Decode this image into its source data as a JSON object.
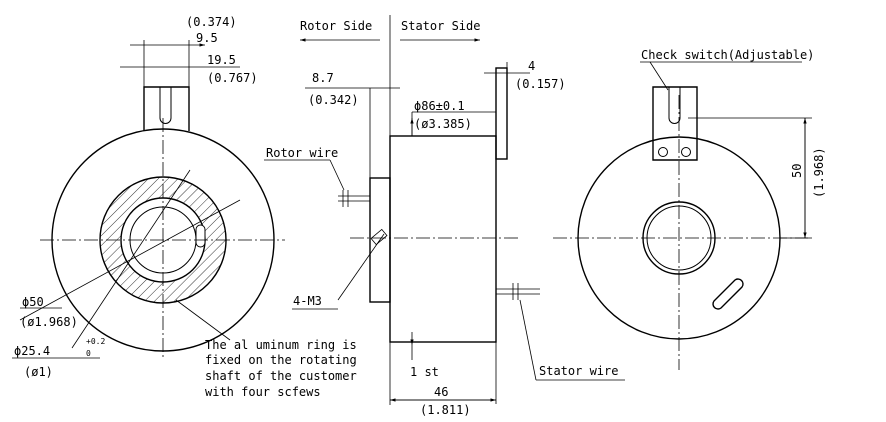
{
  "labels": {
    "rotor_side": "Rotor Side",
    "stator_side": "Stator Side",
    "check_switch": "Check switch(Adjustable)",
    "rotor_wire": "Rotor wire",
    "stator_wire": "Stator wire",
    "screw_holes": "4-M3",
    "start_marker": "1 st"
  },
  "dimensions": {
    "ear_width_in": "(0.374)",
    "ear_width_mm": "9.5",
    "ear_span_mm": "19.5",
    "ear_span_in": "(0.767)",
    "rotor_flange_mm": "8.7",
    "rotor_flange_in": "(0.342)",
    "body_dia_mm": "ϕ86±0.1",
    "body_dia_in": "(ø3.385)",
    "stator_tab_mm": "4",
    "stator_tab_in": "(0.157)",
    "outer_dia_mm": "ϕ50",
    "outer_dia_in": "(ø1.968)",
    "bore_dia_mm": "ϕ25.4",
    "bore_tol_upper": "+0.2",
    "bore_tol_lower": "0",
    "bore_dia_in": "(ø1)",
    "length_mm": "46",
    "length_in": "(1.811)",
    "height_mm": "50",
    "height_in": "(1.968)"
  },
  "note": {
    "line1": "The al uminum ring is",
    "line2": "fixed on the rotating",
    "line3": "shaft of the customer",
    "line4": "with four scfews"
  }
}
